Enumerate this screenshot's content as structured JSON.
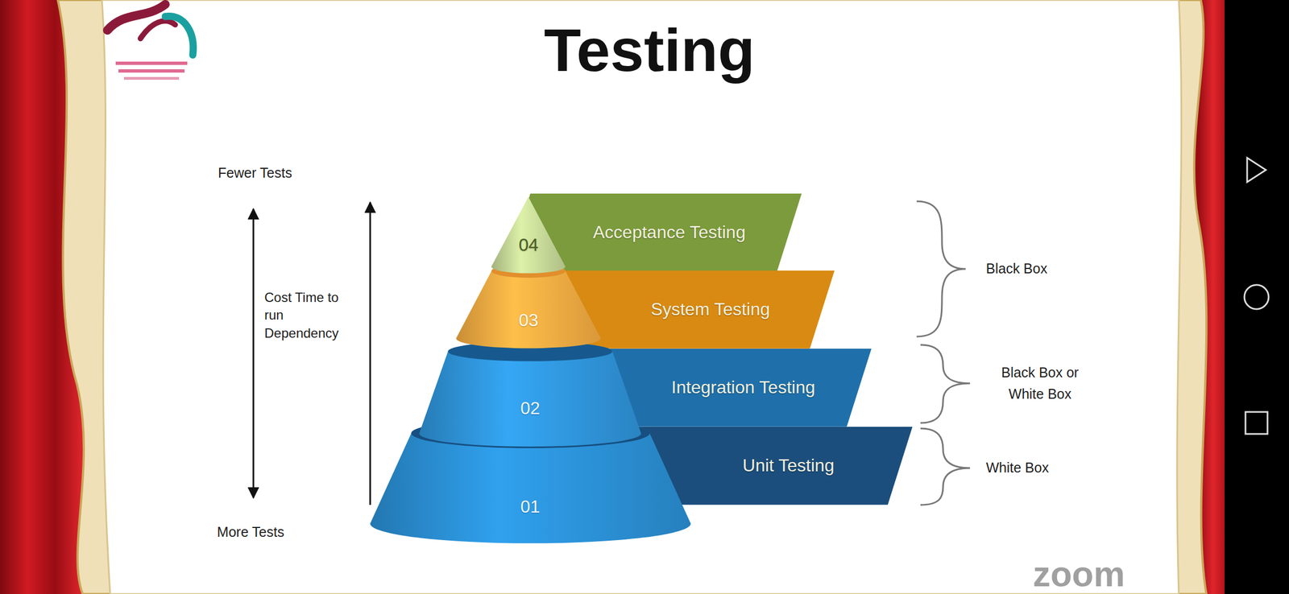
{
  "diagram": {
    "title": "Testing",
    "nodes": [
      {
        "text": [
          "04"
        ]
      },
      {
        "text": [
          "Acceptance Testing"
        ]
      },
      {
        "text": [
          "03"
        ]
      },
      {
        "text": [
          "System Testing"
        ]
      },
      {
        "text": [
          "02"
        ]
      },
      {
        "text": [
          "Integration Testing"
        ]
      },
      {
        "text": [
          "01"
        ]
      },
      {
        "text": [
          "Unit Testing"
        ]
      }
    ],
    "labels": [
      "Fewer Tests",
      "Cost Time to run Dependency",
      "More Tests",
      "Black Box",
      "Black Box or White Box",
      "White Box",
      "zoom"
    ]
  }
}
